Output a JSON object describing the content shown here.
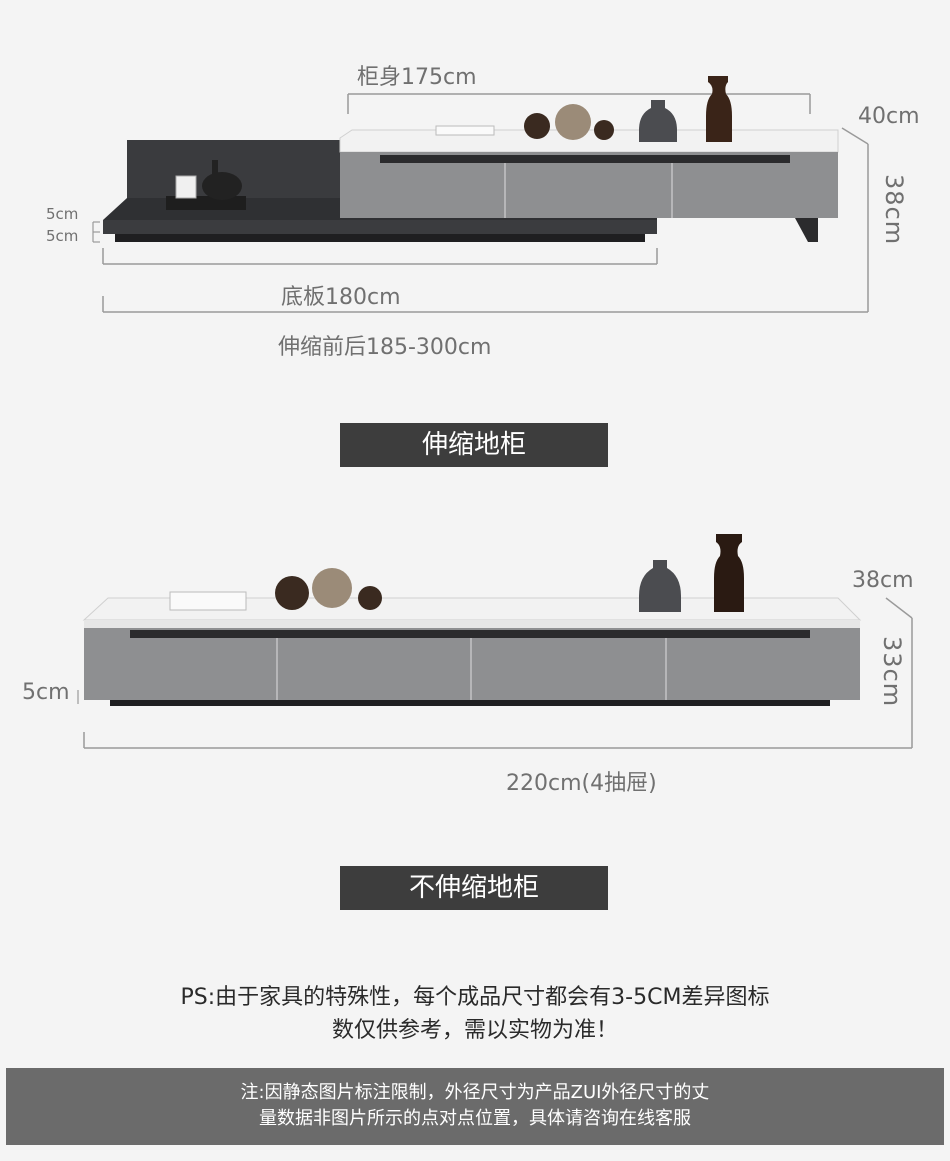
{
  "extendable": {
    "cabinet_body": "柜身175cm",
    "depth": "40cm",
    "height": "38cm",
    "step_top": "5cm",
    "step_bottom": "5cm",
    "base_board": "底板180cm",
    "range": "伸缩前后185-300cm",
    "label": "伸缩地柜"
  },
  "fixed": {
    "depth": "38cm",
    "height": "33cm",
    "base": "5cm",
    "width": "220cm(4抽屉)",
    "label": "不伸缩地柜"
  },
  "ps": {
    "line1": "PS:由于家具的特殊性，每个成品尺寸都会有3-5CM差异图标",
    "line2": "数仅供参考，需以实物为准！"
  },
  "note": {
    "line1": "注:因静态图片标注限制，外径尺寸为产品ZUI外径尺寸的丈",
    "line2": "量数据非图片所示的点对点位置，具体请咨询在线客服"
  },
  "colors": {
    "cabinet_gray": "#8e8f91",
    "dark_panel": "#3a3b3e",
    "marble_top": "#f2f2f2",
    "label_bg": "#3d3d3d",
    "footer_bg": "#6b6b6b"
  }
}
